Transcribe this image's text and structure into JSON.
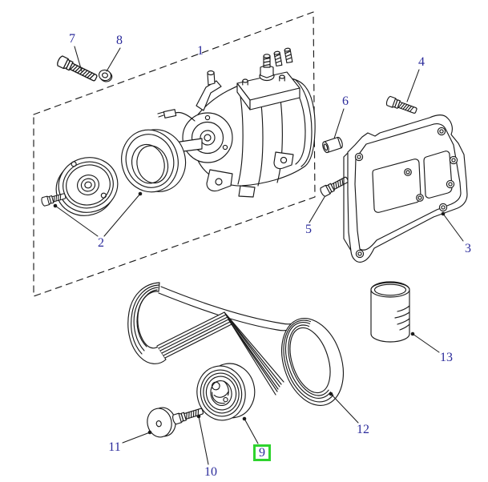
{
  "diagram": {
    "type": "exploded-parts-diagram",
    "background": "#ffffff",
    "line_color": "#1a1a1a",
    "label_color": "#2b2b9b",
    "highlight_color": "#2ed32e",
    "selected_callout": "9",
    "callouts": [
      {
        "number": "1"
      },
      {
        "number": "2"
      },
      {
        "number": "3"
      },
      {
        "number": "4"
      },
      {
        "number": "5"
      },
      {
        "number": "6"
      },
      {
        "number": "7"
      },
      {
        "number": "8"
      },
      {
        "number": "9"
      },
      {
        "number": "10"
      },
      {
        "number": "11"
      },
      {
        "number": "12"
      },
      {
        "number": "13"
      }
    ]
  }
}
